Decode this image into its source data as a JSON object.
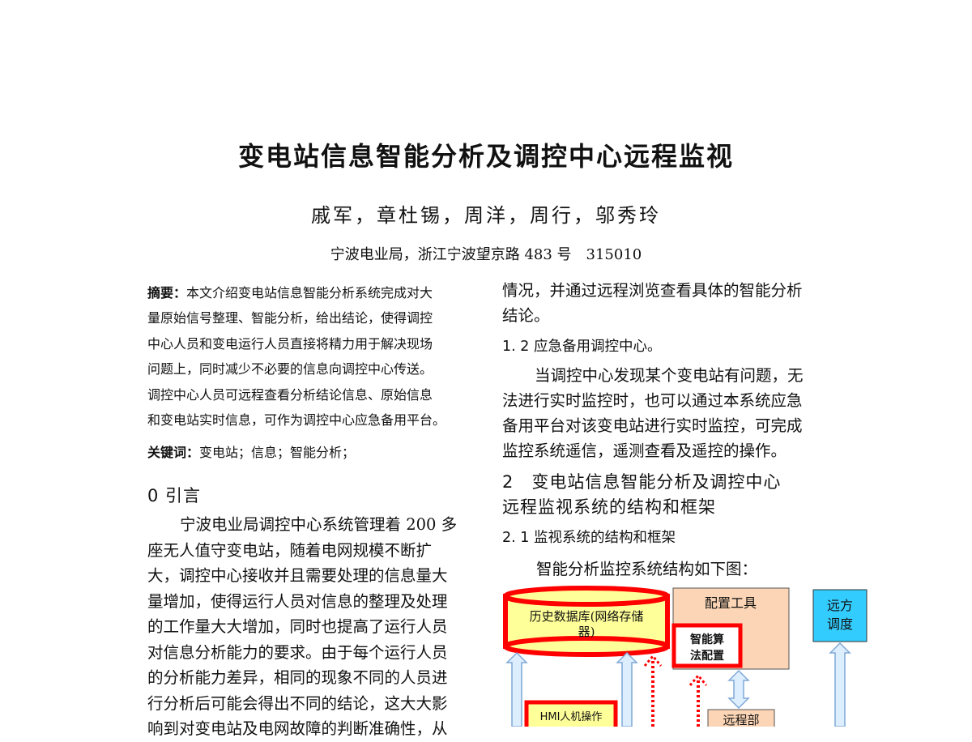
{
  "title": "变电站信息智能分析及调控中心远程监视",
  "authors": "戚军，章杜锡，周洋，周行，邬秀玲",
  "affiliation": "宁波电业局，浙江宁波望京路 483 号　315010",
  "abstract": {
    "label": "摘要：",
    "lines": [
      "本文介绍变电站信息智能分析系统完成对大",
      "量原始信号整理、智能分析，给出结论，使得调控",
      "中心人员和变电运行人员直接将精力用于解决现场",
      "问题上，同时减少不必要的信息向调控中心传送。",
      "调控中心人员可远程查看分析结论信息、原始信息",
      "和变电站实时信息，可作为调控中心应急备用平台。"
    ]
  },
  "keywords": {
    "label": "关键词：",
    "text": "变电站；信息；智能分析；"
  },
  "section0": {
    "heading": "0 引言",
    "lines": [
      "宁波电业局调控中心系统管理着 200 多",
      "座无人值守变电站，随着电网规模不断扩",
      "大，调控中心接收并且需要处理的信息量大",
      "量增加，使得运行人员对信息的整理及处理",
      "的工作量大大增加，同时也提高了运行人员",
      "对信息分析能力的要求。由于每个运行人员",
      "的分析能力差异，相同的现象不同的人员进",
      "行分析后可能会得出不同的结论，这大大影",
      "响到对变电站及电网故障的判断准确性，从"
    ]
  },
  "right": {
    "cont_lines": [
      "情况，并通过远程浏览查看具体的智能分析",
      "结论。"
    ],
    "h12": "1. 2  应急备用调控中心。",
    "p12_lines": [
      "当调控中心发现某个变电站有问题，无",
      "法进行实时监控时，也可以通过本系统应急",
      "备用平台对该变电站进行实时监控，可完成",
      "监控系统遥信，遥测查看及遥控的操作。"
    ],
    "sec2_line1": "2　变电站信息智能分析及调控中心",
    "sec2_line2": "远程监视系统的结构和框架",
    "h21": "2. 1  监视系统的结构和框架",
    "p21": "智能分析监控系统结构如下图："
  },
  "diagram": {
    "history_db": [
      "历史数据库(网络存储",
      "器)"
    ],
    "config_tool": "配置工具",
    "smart_algo": [
      "智能算",
      "法配置"
    ],
    "remote_dispatch": [
      "远方",
      "调度"
    ],
    "hmi": "HMI人机操作",
    "remote_deploy": "远程部",
    "colors": {
      "db_fill": "#ffff99",
      "red": "#ff0000",
      "config_fill": "#fbd5b5",
      "cyan": "#33ccff",
      "arrow_fill": "#ddeeff",
      "arrow_stroke": "#7fa8d6"
    }
  }
}
